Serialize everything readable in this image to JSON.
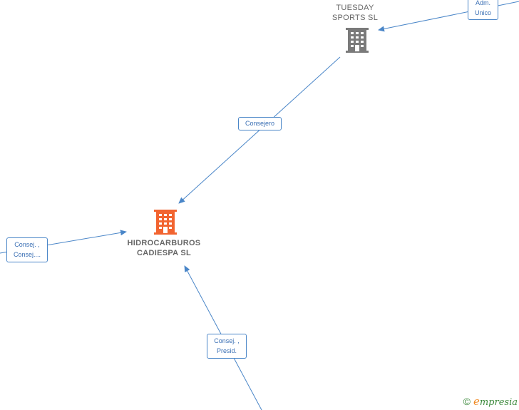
{
  "nodes": {
    "main": {
      "name_line1": "HIDROCARBUROS",
      "name_line2": "CADIESPA  SL",
      "icon": "building-icon",
      "color": "#f26430"
    },
    "tuesday": {
      "name_line1": "TUESDAY",
      "name_line2": "SPORTS  SL",
      "icon": "building-icon",
      "color": "#7a7a7a"
    }
  },
  "edges": {
    "consejero": {
      "line1": "Consejero"
    },
    "adm_unico": {
      "line1": "Adm.",
      "line2": "Unico"
    },
    "consej_left": {
      "line1": "Consej. ,",
      "line2": "Consej...."
    },
    "consej_presid": {
      "line1": "Consej. ,",
      "line2": "Presid."
    }
  },
  "colors": {
    "edge": "#4a86c8",
    "label_text": "#3a6fb4"
  },
  "brand": {
    "copyright": "©",
    "e": "e",
    "rest": "mpresia"
  }
}
